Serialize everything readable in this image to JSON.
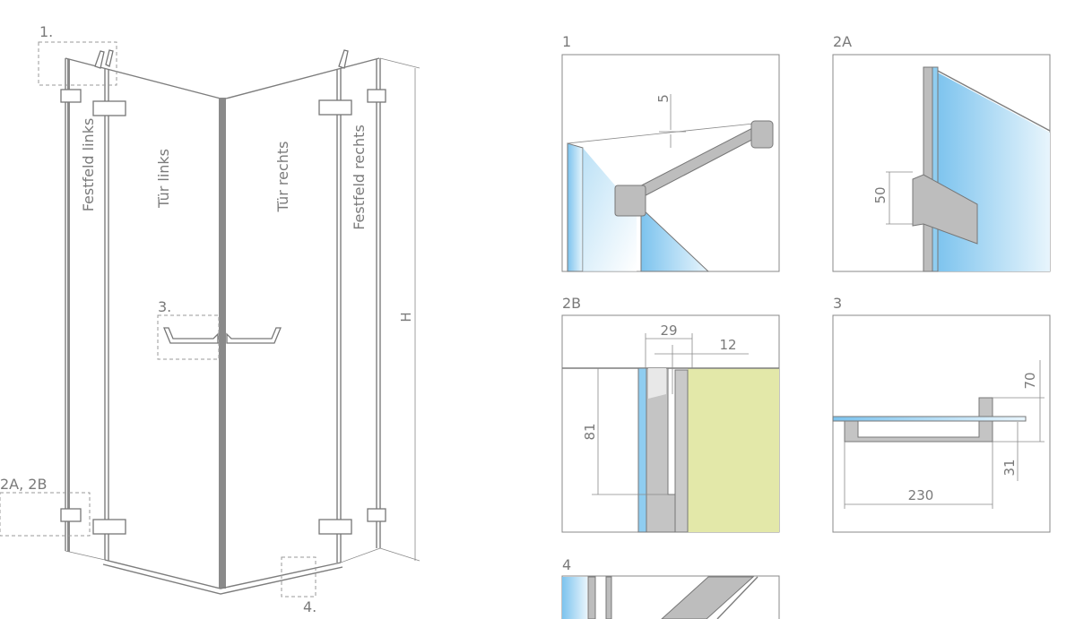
{
  "overview": {
    "callouts": {
      "one": "1.",
      "two": "2A, 2B",
      "three": "3.",
      "four": "4."
    },
    "panels": {
      "fixed_left": "Festfeld links",
      "door_left": "Tür links",
      "door_right": "Tür rechts",
      "fixed_right": "Festfeld rechts"
    },
    "height_label": "H"
  },
  "details": [
    {
      "id": "1",
      "dimensions": [
        "5"
      ]
    },
    {
      "id": "2A",
      "dimensions": [
        "50"
      ]
    },
    {
      "id": "2B",
      "dimensions": [
        "29",
        "12",
        "81"
      ]
    },
    {
      "id": "3",
      "dimensions": [
        "70",
        "31",
        "230"
      ]
    },
    {
      "id": "4",
      "dimensions": []
    }
  ],
  "colors": {
    "glass": "#8fcdf0",
    "wall": "#e3e8a9",
    "line": "#7d7d7d"
  }
}
